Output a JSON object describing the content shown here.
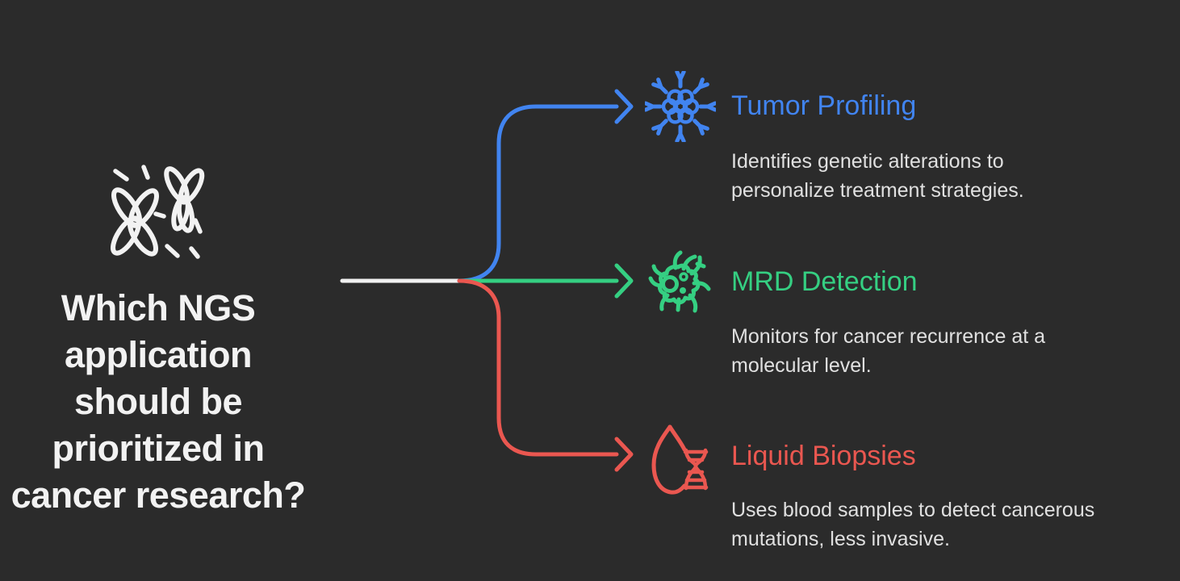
{
  "background_color": "#2b2b2b",
  "question": {
    "text": "Which NGS application should be prioritized in cancer research?",
    "lines": [
      "Which NGS",
      "application",
      "should be",
      "prioritized in",
      "cancer research?"
    ],
    "color": "#f2f2f2",
    "icon": "chromosomes-icon",
    "icon_color": "#f2f2f2"
  },
  "connector": {
    "stem_color": "#f0f0f0"
  },
  "branches": [
    {
      "id": "tumor-profiling",
      "title": "Tumor Profiling",
      "color": "#4184f0",
      "icon": "cancer-cell-icon",
      "description": "Identifies genetic alterations to personalize treatment strategies.",
      "description_lines": [
        "Identifies genetic alterations to",
        "personalize treatment strategies."
      ]
    },
    {
      "id": "mrd-detection",
      "title": "MRD Detection",
      "color": "#35cf82",
      "icon": "virus-cell-icon",
      "description": "Monitors for cancer recurrence at a molecular level.",
      "description_lines": [
        "Monitors for cancer recurrence at a",
        "molecular level."
      ]
    },
    {
      "id": "liquid-biopsies",
      "title": "Liquid Biopsies",
      "color": "#ea5750",
      "icon": "blood-drop-dna-icon",
      "description": "Uses blood samples to detect cancerous mutations, less invasive.",
      "description_lines": [
        "Uses blood samples to detect cancerous",
        "mutations, less invasive."
      ]
    }
  ],
  "description_text_color": "#e0e0e0"
}
